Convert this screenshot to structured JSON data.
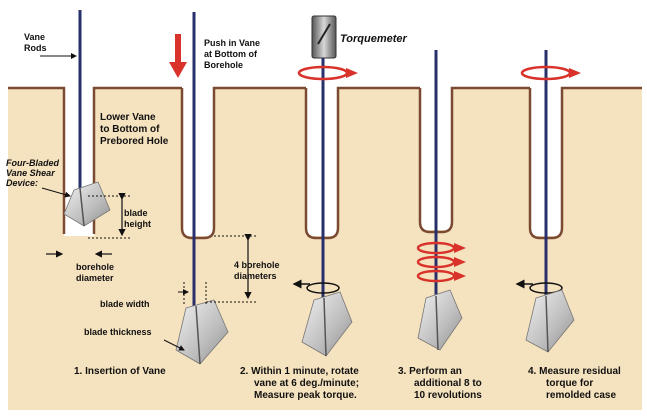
{
  "labels": {
    "vane_rods_1": "Vane",
    "vane_rods_2": "Rods",
    "device_1": "Four-Bladed",
    "device_2": "Vane Shear",
    "device_3": "Device:",
    "lower_1": "Lower Vane",
    "lower_2": "to Bottom of",
    "lower_3": "Prebored Hole",
    "push_1": "Push in Vane",
    "push_2": "at Bottom of",
    "push_3": "Borehole",
    "torquemeter": "Torquemeter",
    "blade_height_1": "blade",
    "blade_height_2": "height",
    "borehole_diameter_1": "borehole",
    "borehole_diameter_2": "diameter",
    "four_diam_1": "4 borehole",
    "four_diam_2": "diameters",
    "blade_width": "blade  width",
    "blade_thickness": "blade thickness"
  },
  "steps": [
    {
      "lines": [
        "1.  Insertion of Vane"
      ]
    },
    {
      "lines": [
        "2.  Within 1 minute, rotate",
        "vane at 6 deg./minute;",
        "Measure peak torque."
      ]
    },
    {
      "lines": [
        "3.   Perform an",
        "additional 8 to",
        "10 revolutions"
      ]
    },
    {
      "lines": [
        "4.   Measure residual",
        "torque for",
        "remolded case"
      ]
    }
  ],
  "colors": {
    "soil": "#f5e2be",
    "borehole_outline": "#7a4a32",
    "arrow_red": "#d8322a",
    "rod": "#27306a",
    "blade": "#c9c9c9"
  }
}
